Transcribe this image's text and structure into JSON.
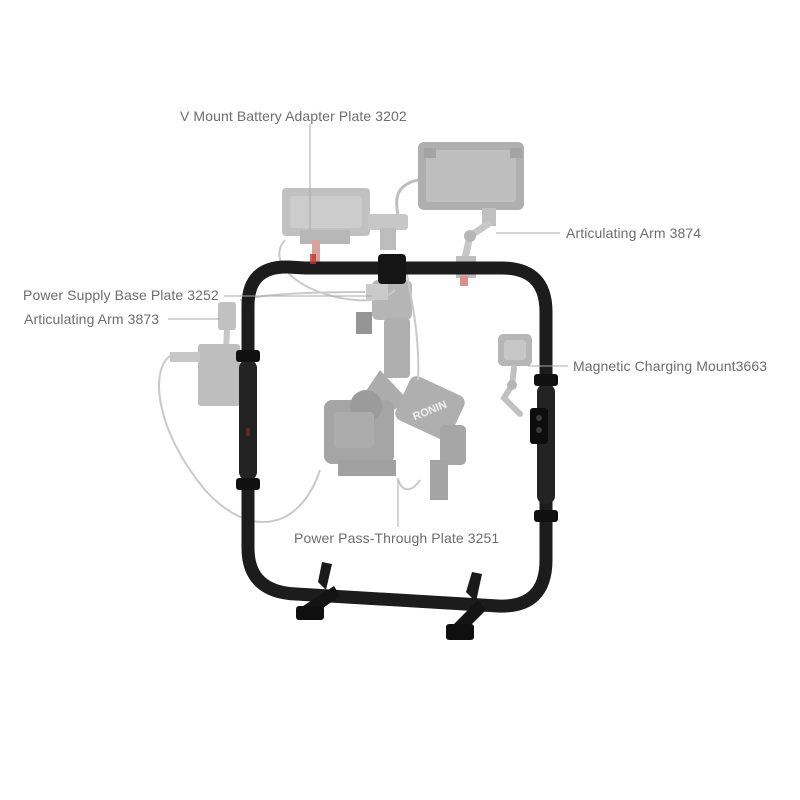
{
  "callouts": {
    "vmount_plate": "V Mount Battery Adapter Plate 3202",
    "articulating_arm_3874": "Articulating Arm 3874",
    "power_supply_base_plate": "Power Supply Base Plate 3252",
    "articulating_arm_3873": "Articulating Arm 3873",
    "magnetic_charging_mount": "Magnetic Charging Mount3663",
    "power_passthrough_plate": "Power Pass-Through Plate 3251"
  },
  "gimbal_brand_text": "RONIN",
  "colors": {
    "frame": "#1c1c1c",
    "ghosted_accessory": "#9a9a9a",
    "leader_line": "#a8a8a8",
    "label_text": "#6d6d6d",
    "accent_red": "#c0392b"
  }
}
